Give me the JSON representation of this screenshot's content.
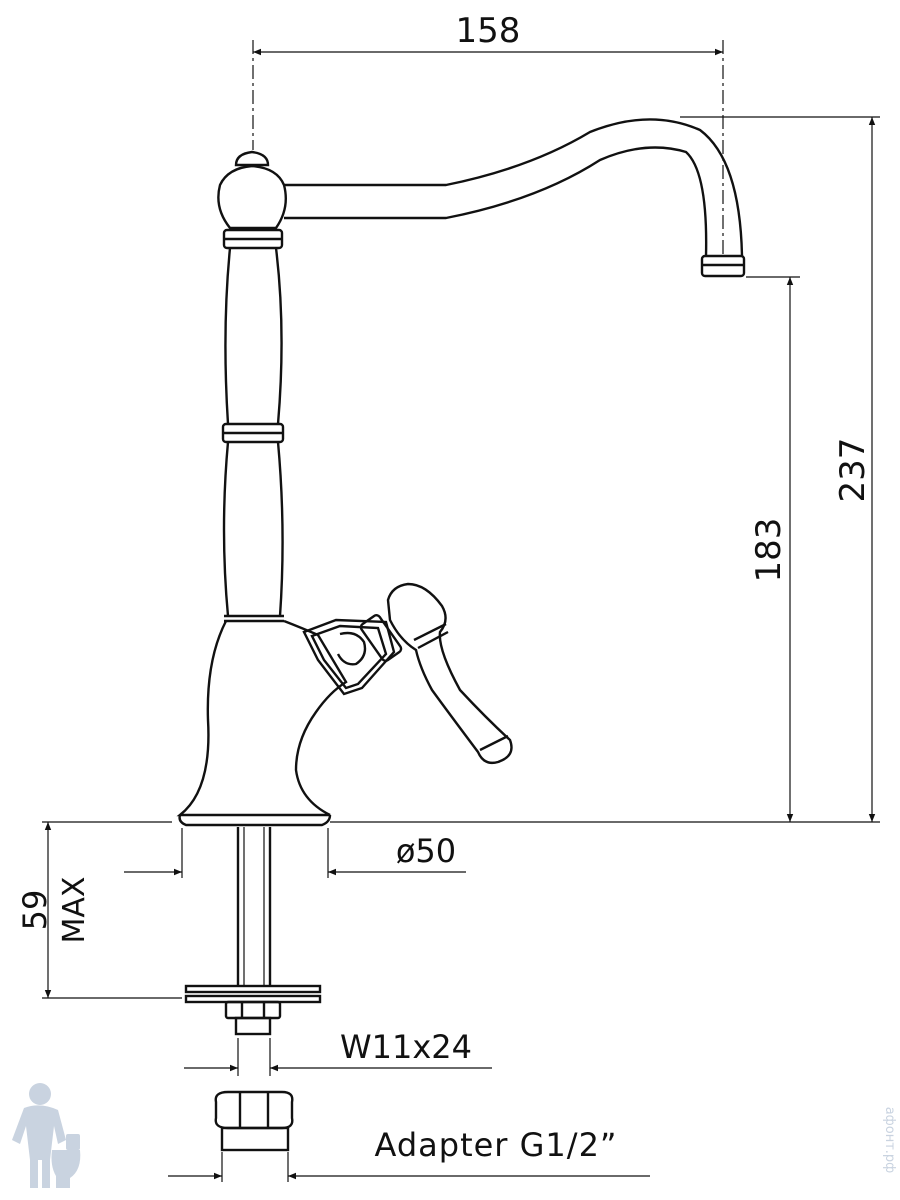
{
  "dimensions": {
    "spout_reach": "158",
    "total_height": "237",
    "spout_height": "183",
    "base_diameter": "ø50",
    "max_deck_thickness": "59",
    "max_label": "MAX",
    "connection": "W11x24",
    "adapter": "Adapter G1/2”"
  },
  "watermark": {
    "site": "афонт.рф"
  },
  "colors": {
    "line": "#111111",
    "background": "#ffffff",
    "watermark": "#c9d3e0"
  }
}
